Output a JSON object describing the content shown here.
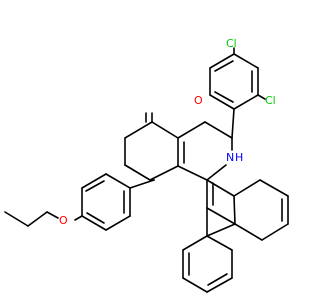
{
  "colors": {
    "background": "#ffffff",
    "bond": "#000000",
    "oxygen": "#ff0000",
    "nitrogen": "#0000ff",
    "chlorine": "#00cc00"
  },
  "atoms": {
    "cl_top": "Cl",
    "cl_ortho": "Cl",
    "o_carbonyl": "O",
    "o_ether": "O",
    "n_amine": "N",
    "h_amine": "H"
  }
}
